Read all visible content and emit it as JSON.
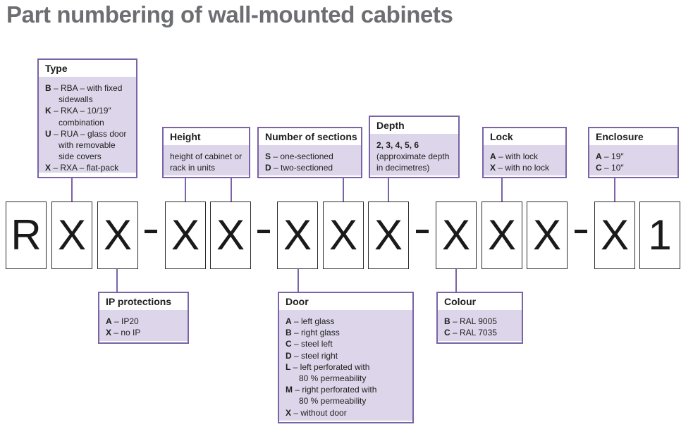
{
  "title": "Part numbering of wall-mounted cabinets",
  "code": {
    "chars": [
      "R",
      "X",
      "X",
      "X",
      "X",
      "X",
      "X",
      "X",
      "X",
      "X",
      "X",
      "X",
      "1"
    ],
    "separator": "-"
  },
  "boxes": {
    "type": {
      "title": "Type",
      "items": [
        {
          "code": "B",
          "text": " – RBA – with fixed",
          "cont": [
            "sidewalls"
          ]
        },
        {
          "code": "K",
          "text": " – RKA – 10/19″",
          "cont": [
            "combination"
          ]
        },
        {
          "code": "U",
          "text": " – RUA – glass door",
          "cont": [
            "with removable",
            "side covers"
          ]
        },
        {
          "code": "X",
          "text": " – RXA – flat-pack",
          "cont": []
        }
      ]
    },
    "height": {
      "title": "Height",
      "text": "height of cabinet or rack in units"
    },
    "sections": {
      "title": "Number of sections",
      "items": [
        {
          "code": "S",
          "text": " – one-sectioned"
        },
        {
          "code": "D",
          "text": " – two-sectioned"
        }
      ]
    },
    "depth": {
      "title": "Depth",
      "values": "2, 3, 4, 5, 6",
      "text": "(approximate depth in decimetres)"
    },
    "lock": {
      "title": "Lock",
      "items": [
        {
          "code": "A",
          "text": " – with lock"
        },
        {
          "code": "X",
          "text": " – with no lock"
        }
      ]
    },
    "enclosure": {
      "title": "Enclosure",
      "items": [
        {
          "code": "A",
          "text": " – 19″"
        },
        {
          "code": "C",
          "text": " – 10″"
        }
      ]
    },
    "ip": {
      "title": "IP protections",
      "items": [
        {
          "code": "A",
          "text": " – IP20"
        },
        {
          "code": "X",
          "text": " – no IP"
        }
      ]
    },
    "door": {
      "title": "Door",
      "items": [
        {
          "code": "A",
          "text": " – left glass",
          "cont": []
        },
        {
          "code": "B",
          "text": " – right glass",
          "cont": []
        },
        {
          "code": "C",
          "text": " – steel left",
          "cont": []
        },
        {
          "code": "D",
          "text": " – steel right",
          "cont": []
        },
        {
          "code": "L",
          "text": " – left perforated with",
          "cont": [
            "80 % permeability"
          ]
        },
        {
          "code": "M",
          "text": " – right perforated with",
          "cont": [
            "80 % permeability"
          ]
        },
        {
          "code": "X",
          "text": " – without door",
          "cont": []
        }
      ]
    },
    "colour": {
      "title": "Colour",
      "items": [
        {
          "code": "B",
          "text": " – RAL 9005"
        },
        {
          "code": "C",
          "text": " – RAL 7035"
        }
      ]
    }
  },
  "colors": {
    "accent": "#7a63a6",
    "box_fill": "#ddd6ea",
    "title": "#6d6e71"
  }
}
